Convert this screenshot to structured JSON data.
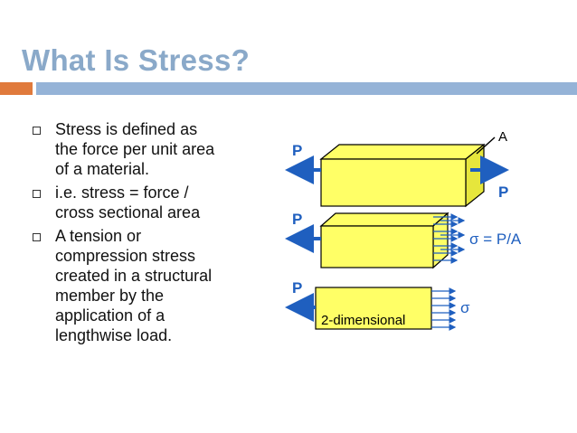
{
  "slide": {
    "title": "What Is Stress?",
    "bullets": [
      {
        "text": "Stress is defined as\nthe force per unit area\nof a material."
      },
      {
        "text": "i.e.  stress =  force /\ncross sectional area"
      },
      {
        "text": "A tension or\ncompression stress\ncreated in a structural\nmember by the\napplication of a\nlengthwise load."
      }
    ]
  },
  "diagram": {
    "labels": {
      "force_left_1": "P",
      "area": "A",
      "force_right_1": "P",
      "force_left_2": "P",
      "stress_formula": "σ = P/A",
      "force_left_3": "P",
      "two_dimensional": "2-dimensional",
      "sigma": "σ"
    },
    "colors": {
      "block_fill": "#ffff66",
      "block_stroke": "#000000",
      "arrow": "#1f5fbf",
      "accent": "#e07a3c",
      "title": "#8aa9c9",
      "rule": "#95b3d7"
    }
  }
}
